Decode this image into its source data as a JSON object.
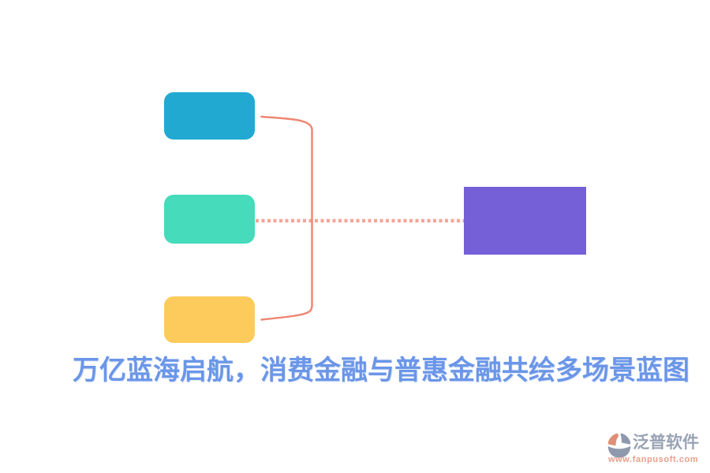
{
  "diagram": {
    "nodes": [
      {
        "id": "top-branch-node",
        "color": "#21A9D2"
      },
      {
        "id": "middle-branch-node",
        "color": "#45DBBB"
      },
      {
        "id": "bottom-branch-node",
        "color": "#FDCB5B"
      },
      {
        "id": "right-target-node",
        "color": "#7560D8"
      }
    ],
    "bracket_connector_color": "#EE8773",
    "dotted_connector_color": "#F5A598"
  },
  "caption": {
    "text": "万亿蓝海启航，消费金融与普惠金融共绘多场景蓝图",
    "color": "#6B96E8"
  },
  "watermark": {
    "brand": "泛普软件",
    "brand_color": "#99A3B4",
    "url": "www.fanpusoft.com",
    "url_color": "#E89F8B",
    "logo_salmon": "#DF8E77",
    "logo_gray": "#8E99AD"
  }
}
